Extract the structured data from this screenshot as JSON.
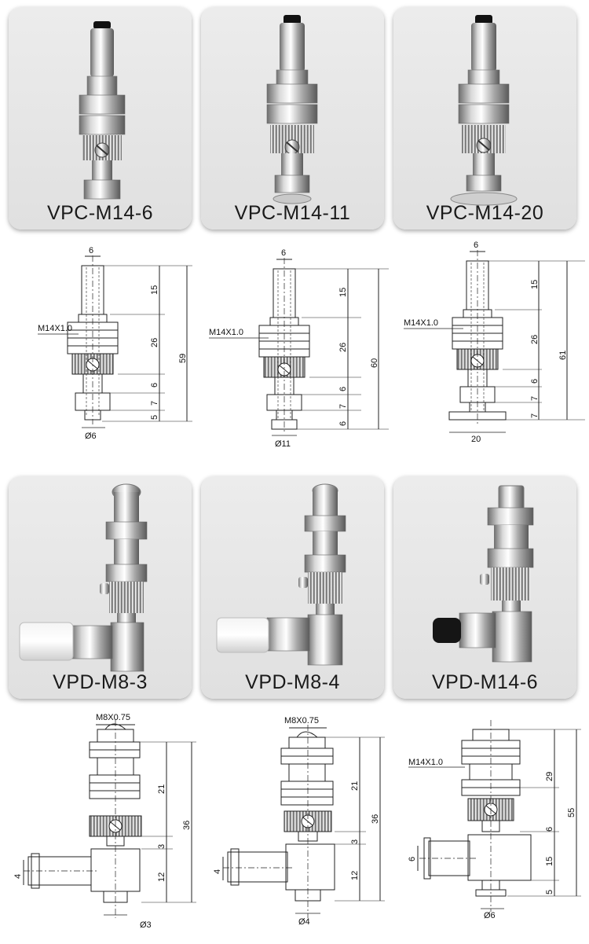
{
  "products": [
    {
      "name": "VPC-M14-6"
    },
    {
      "name": "VPC-M14-11"
    },
    {
      "name": "VPC-M14-20"
    },
    {
      "name": "VPD-M8-3"
    },
    {
      "name": "VPD-M8-4"
    },
    {
      "name": "VPD-M14-6"
    }
  ],
  "drawings": [
    {
      "thread": "M14X1.0",
      "top": "6",
      "d1": "15",
      "d2": "26",
      "d3": "6",
      "d4": "7",
      "d5": "5",
      "total": "59",
      "bottom": "Ø6"
    },
    {
      "thread": "M14X1.0",
      "top": "6",
      "d1": "15",
      "d2": "26",
      "d3": "6",
      "d4": "7",
      "d5": "6",
      "total": "60",
      "bottom": "Ø11"
    },
    {
      "thread": "M14X1.0",
      "top": "6",
      "d1": "15",
      "d2": "26",
      "d3": "6",
      "d4": "7",
      "d5": "7",
      "total": "61",
      "bottom": "20"
    },
    {
      "thread": "M8X0.75",
      "side": "4",
      "d1": "21",
      "d2": "3",
      "d3": "12",
      "total": "36",
      "bottom": "Ø3"
    },
    {
      "thread": "M8X0.75",
      "side": "4",
      "d1": "21",
      "d2": "3",
      "d3": "12",
      "total": "36",
      "bottom": "Ø4"
    },
    {
      "thread": "M14X1.0",
      "side": "6",
      "d1": "29",
      "d2": "6",
      "d3": "15",
      "d4": "5",
      "total": "55",
      "bottom": "Ø6"
    }
  ]
}
